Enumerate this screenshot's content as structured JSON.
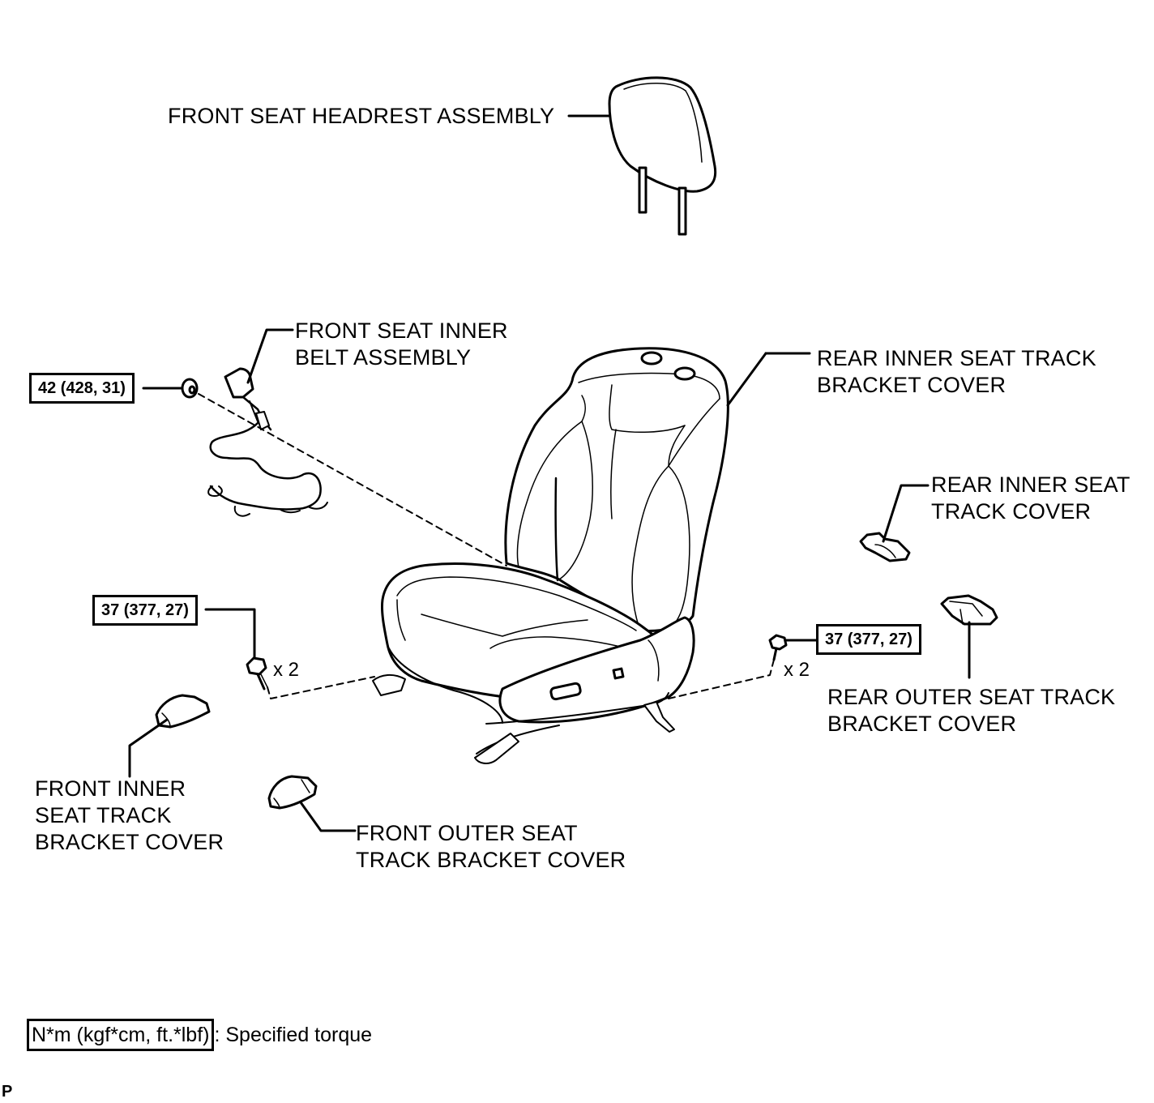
{
  "labels": {
    "headrest": [
      "FRONT SEAT HEADREST ASSEMBLY"
    ],
    "inner_belt": [
      "FRONT SEAT INNER",
      "BELT ASSEMBLY"
    ],
    "rear_inner_bracket_cover": [
      "REAR INNER SEAT TRACK",
      "BRACKET COVER"
    ],
    "rear_inner_track_cover": [
      "REAR INNER SEAT",
      "TRACK COVER"
    ],
    "rear_outer_bracket_cover": [
      "REAR OUTER SEAT TRACK",
      "BRACKET COVER"
    ],
    "front_inner_bracket_cover": [
      "FRONT INNER",
      "SEAT TRACK",
      "BRACKET COVER"
    ],
    "front_outer_bracket_cover": [
      "FRONT OUTER SEAT",
      "TRACK BRACKET COVER"
    ]
  },
  "torques": {
    "belt_nut": "42 (428, 31)",
    "front_bolts": "37 (377, 27)",
    "rear_bolts": "37 (377, 27)"
  },
  "quantities": {
    "front_bolts": "x 2",
    "rear_bolts": "x 2"
  },
  "legend": {
    "unit": "N*m (kgf*cm, ft.*lbf)",
    "text": ": Specified torque"
  },
  "corner_mark": "P"
}
